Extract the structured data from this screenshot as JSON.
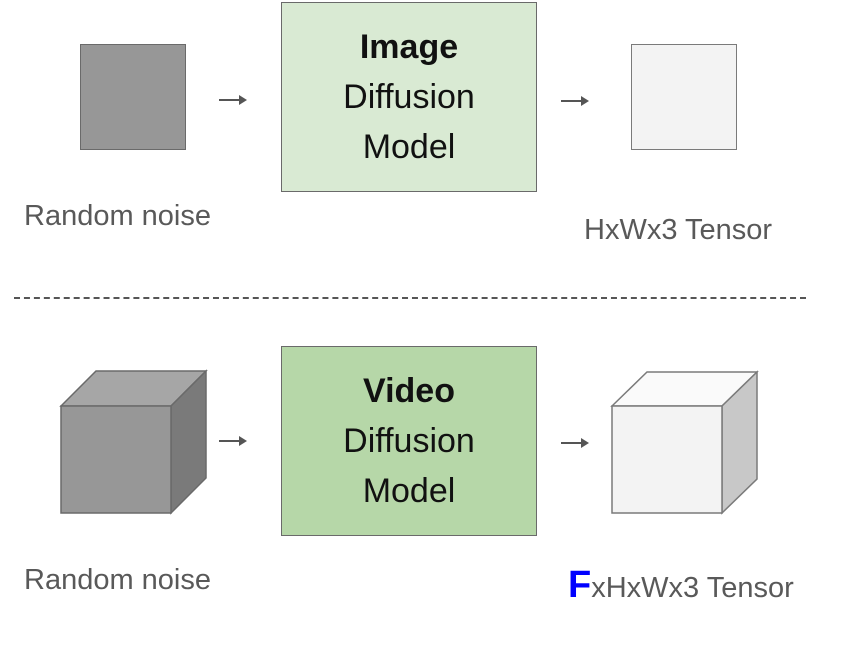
{
  "image_row": {
    "input_caption": "Random noise",
    "model_bold": "Image",
    "model_line2": "Diffusion",
    "model_line3": "Model",
    "output_caption": "HxWx3 Tensor"
  },
  "video_row": {
    "input_caption": "Random noise",
    "model_bold": "Video",
    "model_line2": "Diffusion",
    "model_line3": "Model",
    "output_prefix": "F",
    "output_caption": "xHxWx3 Tensor"
  },
  "colors": {
    "image_model_fill": "#d9ead3",
    "video_model_fill": "#b6d7a8",
    "noise_gray": "#979797",
    "output_fill": "#f3f3f3",
    "frame_highlight": "#0000ff"
  }
}
